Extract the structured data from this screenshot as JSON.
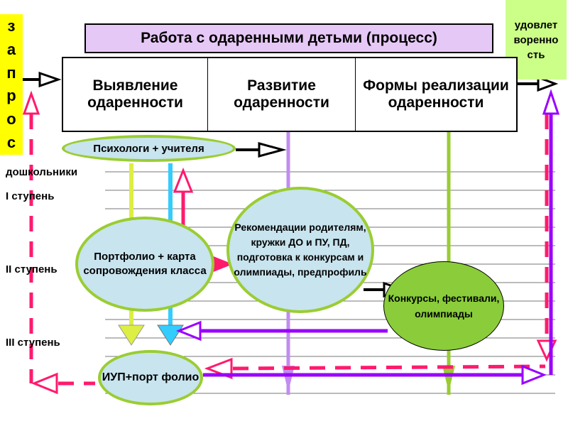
{
  "zapros_letters": [
    "з",
    "а",
    "п",
    "р",
    "о",
    "с"
  ],
  "satisfaction_label": "удовлетворенность",
  "title": "Работа с одаренными детьми (процесс)",
  "phases": [
    "Выявление одаренности",
    "Развитие одаренности",
    "Формы реализации одаренности"
  ],
  "levels": [
    "дошкольники",
    "I ступень",
    "II ступень",
    "III ступень"
  ],
  "nodes": {
    "psychologists": "Психологи + учителя",
    "portfolio": "Портфолио + карта сопровождения класса",
    "recommendations": "Рекомендации родителям, кружки ДО и ПУ, ПД, подготовка к конкурсам и олимпиады, предпрофиль",
    "contests": "Конкурсы, фестивали, олимпиады",
    "iup": "ИУП+порт фолио"
  },
  "colors": {
    "yellow": "#ffff00",
    "light_green": "#ccff88",
    "lavender": "#e6c8f6",
    "node_fill": "#c8e4ee",
    "node_border": "#9acd32",
    "contest_fill": "#8acc3a",
    "pink": "#ff1a6e",
    "purple": "#9a00ff",
    "cyan": "#33ccff",
    "lime_yellow": "#ddee44",
    "olive_green": "#99cc33",
    "light_purple": "#c28cf0"
  }
}
